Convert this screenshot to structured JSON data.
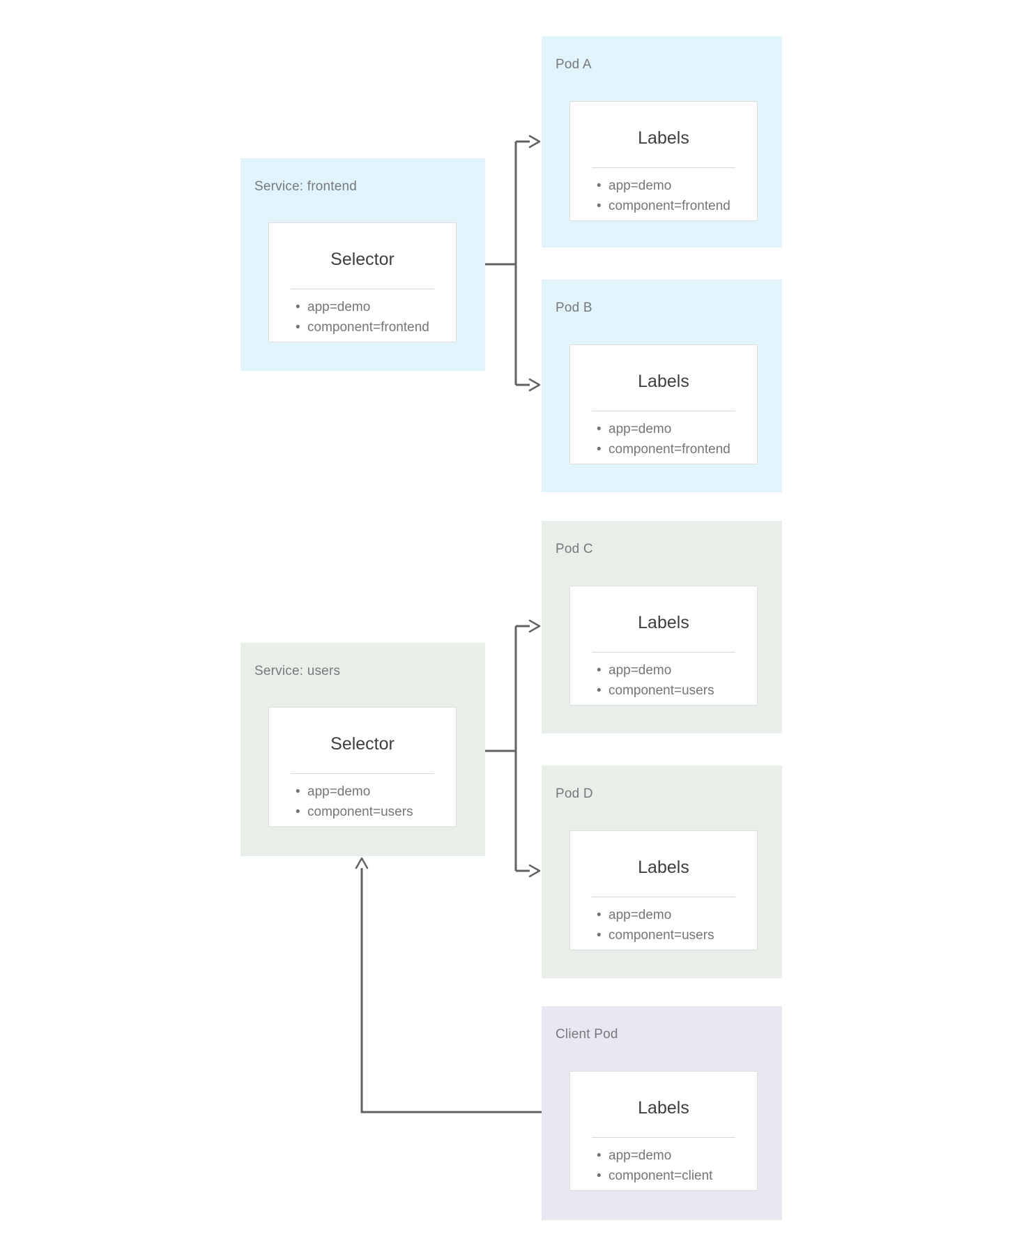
{
  "colors": {
    "frontend_bg": "#e1f4fc",
    "users_bg": "#e8efe9",
    "client_bg": "#eae6f2",
    "card_bg": "#ffffff",
    "card_border": "#dedede",
    "divider": "#d9d9d9",
    "title_text": "#76797c",
    "heading_text": "#3c4043",
    "bullet_text": "#757575",
    "arrow": "#5f6165",
    "page_bg": "#ffffff"
  },
  "nodes": {
    "service_frontend": {
      "title": "Service: frontend",
      "card_heading": "Selector",
      "labels": [
        "app=demo",
        "component=frontend"
      ]
    },
    "pod_a": {
      "title": "Pod A",
      "card_heading": "Labels",
      "labels": [
        "app=demo",
        "component=frontend"
      ]
    },
    "pod_b": {
      "title": "Pod B",
      "card_heading": "Labels",
      "labels": [
        "app=demo",
        "component=frontend"
      ]
    },
    "service_users": {
      "title": "Service: users",
      "card_heading": "Selector",
      "labels": [
        "app=demo",
        "component=users"
      ]
    },
    "pod_c": {
      "title": "Pod C",
      "card_heading": "Labels",
      "labels": [
        "app=demo",
        "component=users"
      ]
    },
    "pod_d": {
      "title": "Pod D",
      "card_heading": "Labels",
      "labels": [
        "app=demo",
        "component=users"
      ]
    },
    "client_pod": {
      "title": "Client Pod",
      "card_heading": "Labels",
      "labels": [
        "app=demo",
        "component=client"
      ]
    }
  }
}
